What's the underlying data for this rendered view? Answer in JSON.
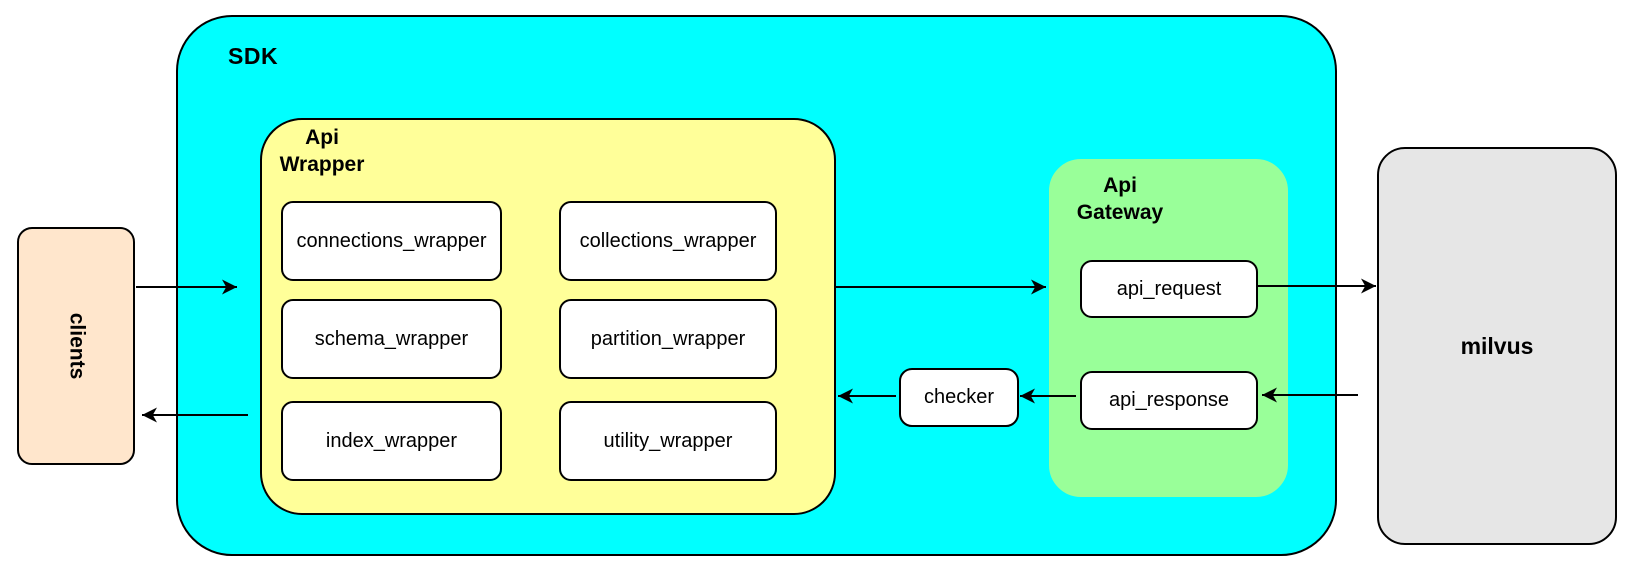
{
  "diagram": {
    "clients": {
      "label": "clients"
    },
    "sdk": {
      "label": "SDK"
    },
    "api_wrapper": {
      "label": [
        "Api",
        "Wrapper"
      ],
      "boxes": [
        "connections_wrapper",
        "collections_wrapper",
        "schema_wrapper",
        "partition_wrapper",
        "index_wrapper",
        "utility_wrapper"
      ]
    },
    "checker": {
      "label": "checker"
    },
    "api_gateway": {
      "label": [
        "Api",
        "Gateway"
      ],
      "request_label": "api_request",
      "response_label": "api_response"
    },
    "milvus": {
      "label": "milvus"
    },
    "colors": {
      "sdk_fill": "#00FFFF",
      "wrapper_fill": "#FFFF99",
      "gateway_fill": "#99FF99",
      "clients_fill": "#FFE6CC",
      "milvus_fill": "#E6E6E6",
      "node_fill": "#FFFFFF",
      "stroke": "#000000"
    }
  }
}
